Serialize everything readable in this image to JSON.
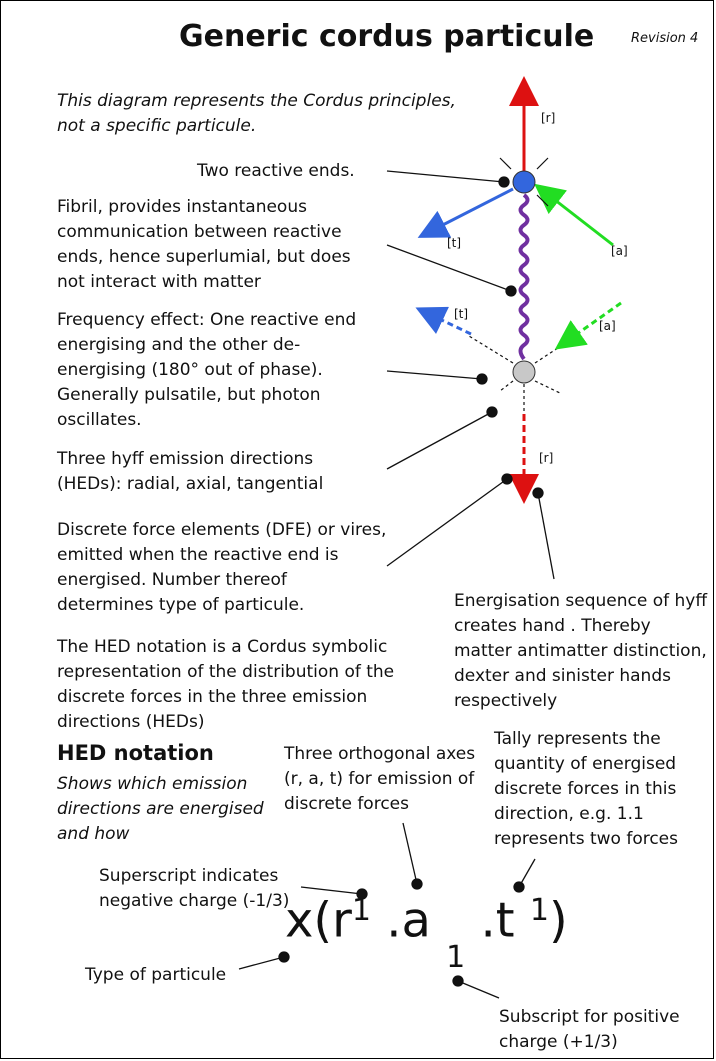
{
  "title": "Generic cordus particule",
  "revision": "Revision 4",
  "intro": "This diagram represents the Cordus principles, not a specific particule.",
  "labels": {
    "two_reactive_ends": "Two reactive ends.",
    "fibril": "Fibril, provides instantaneous communication between reactive ends, hence superlumial, but does not interact with matter",
    "frequency": "Frequency effect: One reactive end energising and the other de-energising (180° out of phase). Generally pulsatile, but photon oscillates.",
    "hed_directions": "Three hyff emission directions (HEDs): radial, axial, tangential",
    "dfe": "Discrete force elements (DFE) or vires, emitted when the reactive end is energised. Number thereof determines type of particule.",
    "energisation": "Energisation sequence of hyff creates hand . Thereby matter antimatter distinction, dexter and sinister hands respectively",
    "hed_explanation": "The HED notation is a Cordus symbolic representation of the distribution of the discrete forces in the three emission directions  (HEDs)"
  },
  "hed": {
    "heading": "HED notation",
    "subheading": "Shows which emission directions are energised and how",
    "axes_note": "Three orthogonal axes (r, a, t) for emission of discrete forces",
    "tally_note": "Tally represents the quantity of  energised discrete forces  in this direction, e.g. 1.1 represents two forces",
    "superscript_note": "Superscript indicates negative charge (-1/3)",
    "type_note": "Type of particule",
    "subscript_note": "Subscript for positive charge (+1/3)",
    "formula": {
      "prefix": "x(r",
      "r_sup": "1",
      "mid_a": " .a ",
      "a_sub": "1",
      "mid_t": " .t ",
      "t_sup": "1",
      "close": ")"
    }
  },
  "direction_labels": {
    "r_top": "[r]",
    "t_top": "[t]",
    "a_top": "[a]",
    "t_bottom": "[t]",
    "a_bottom": "[a]",
    "r_bottom": "[r]"
  },
  "colors": {
    "radial": "#dd1111",
    "tangential": "#3366dd",
    "axial": "#22dd22",
    "fibril": "#7030a0",
    "energised_end": "#3366dd",
    "deenergised_end": "#c8c8c8"
  }
}
